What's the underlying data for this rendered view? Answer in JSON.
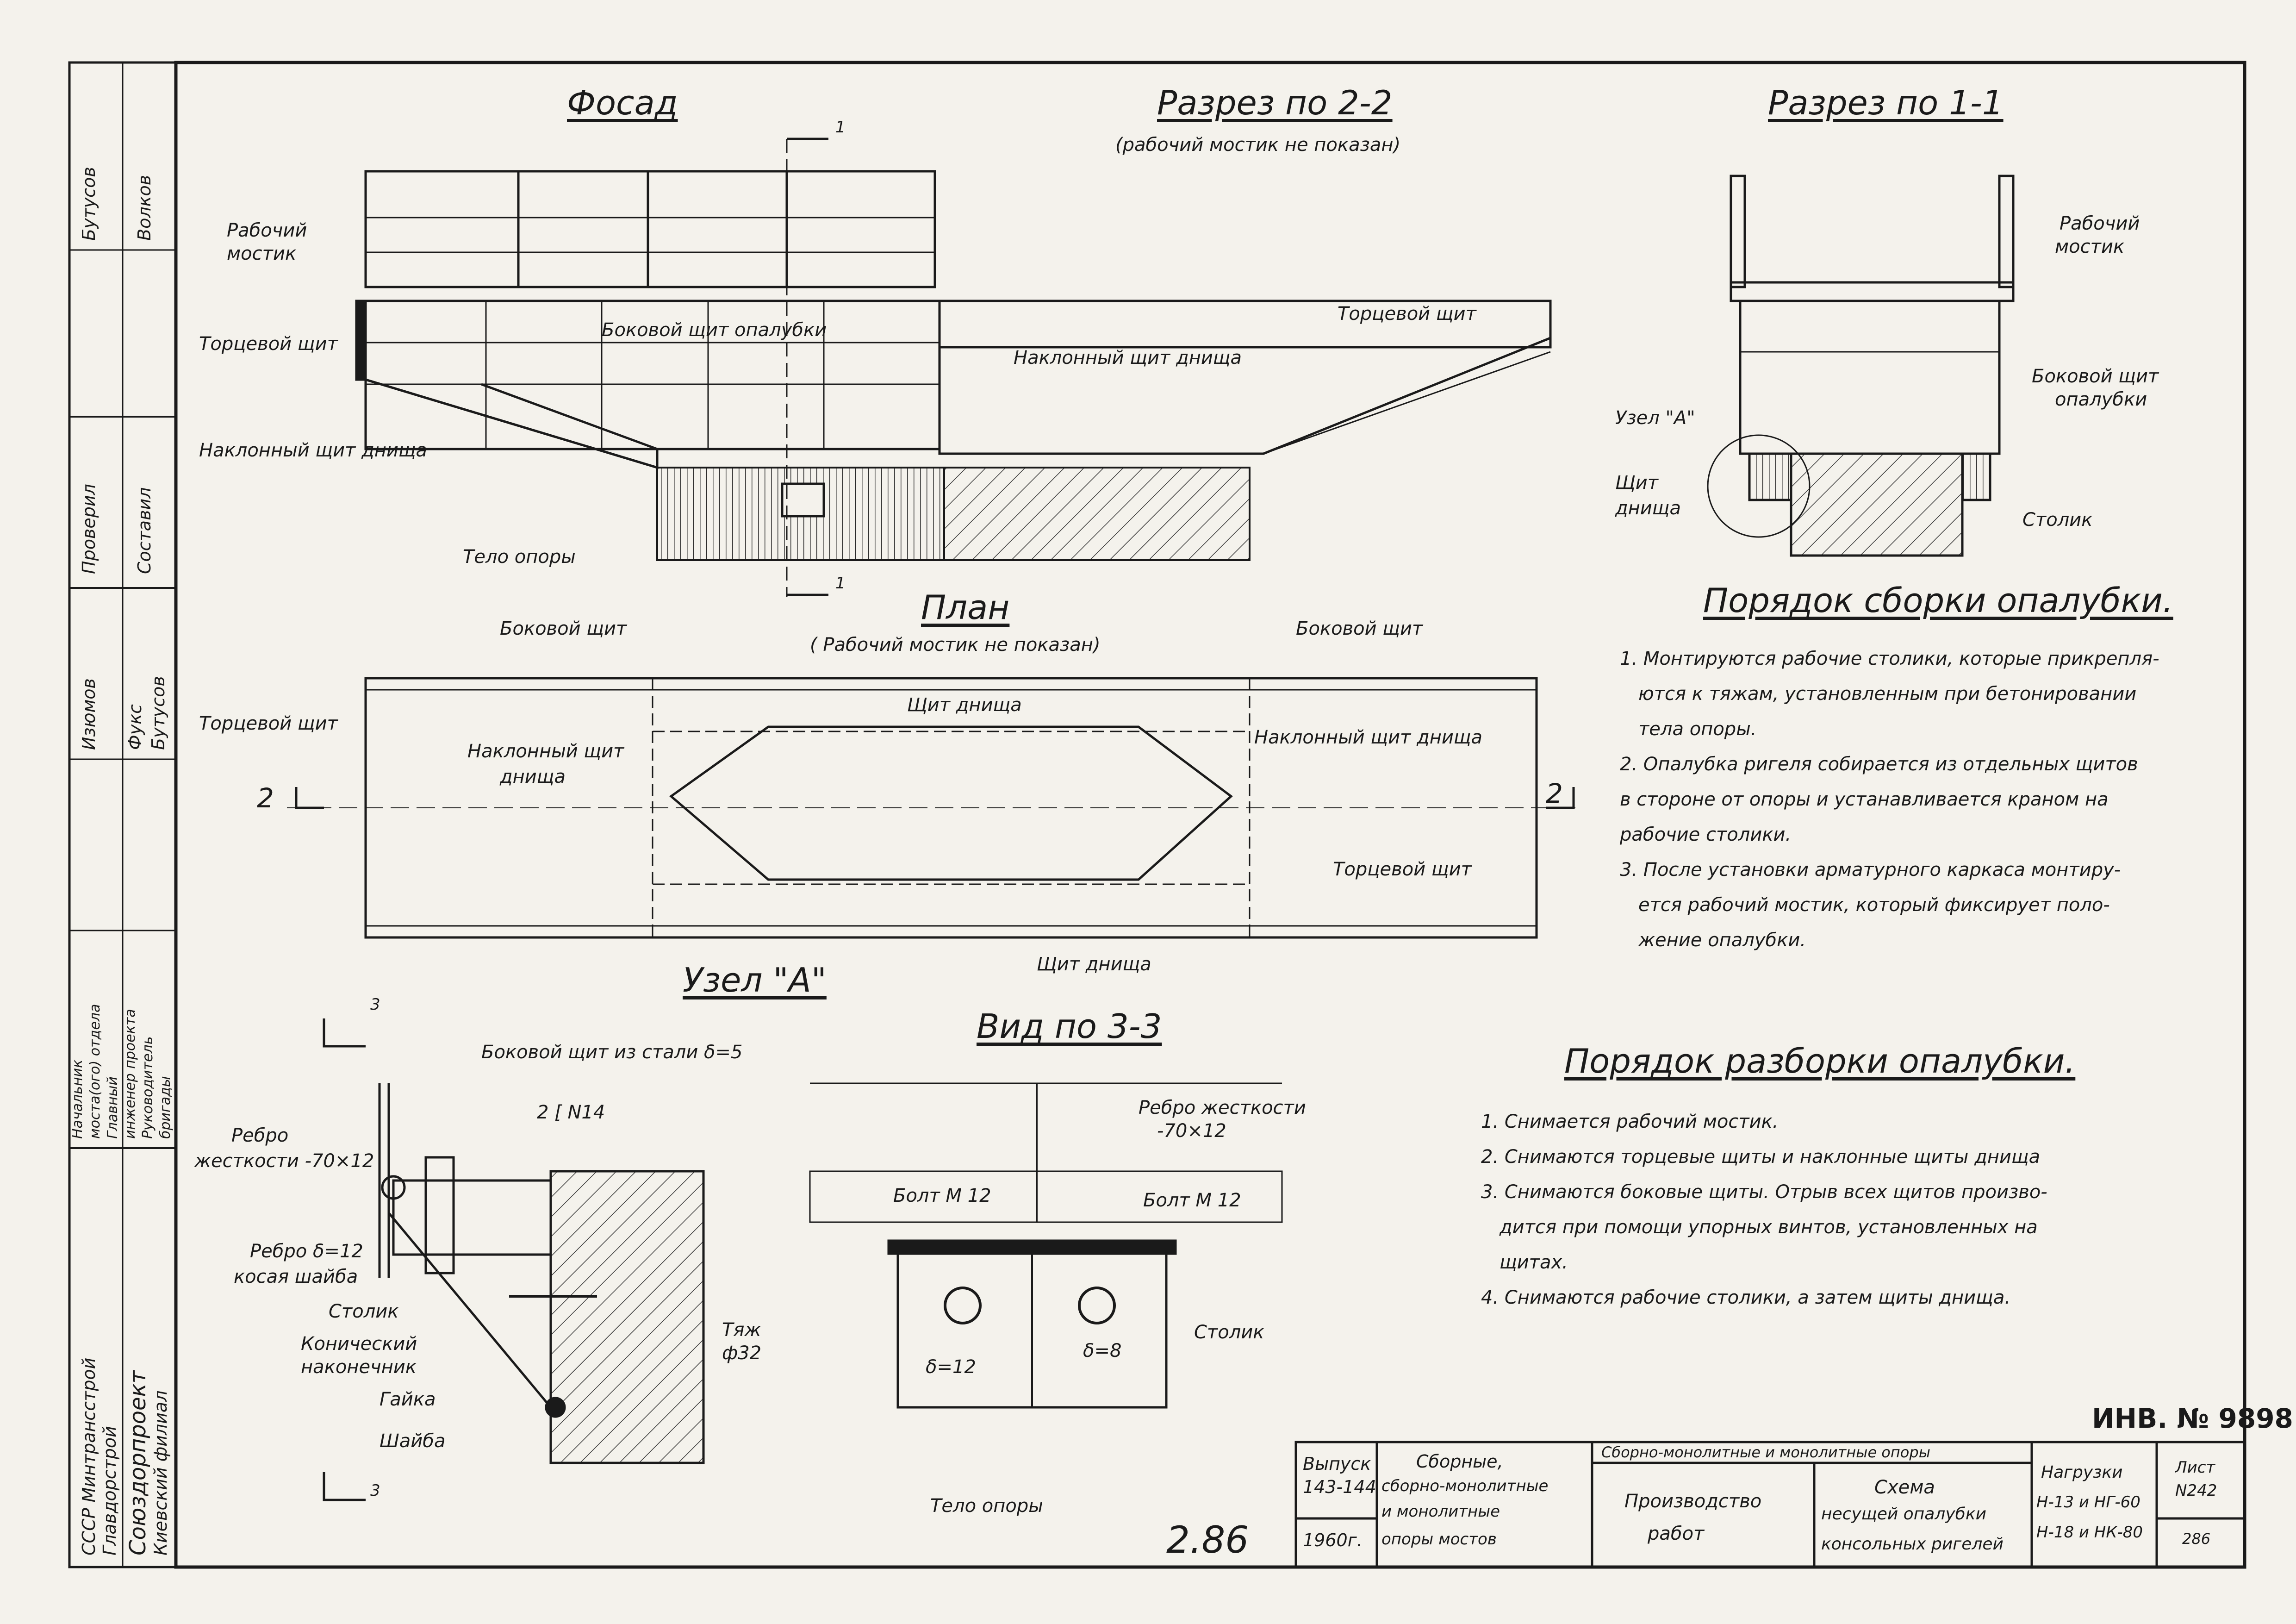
{
  "views": {
    "facade": {
      "title": "Фосад",
      "labels": {
        "work_bridge": [
          "Рабочий",
          "мостик"
        ],
        "end_shield_left": "Торцевой щит",
        "inclined_shield_left": "Наклонный щит днища",
        "pier_body": "Тело опоры",
        "side_shield": "Боковой щит опалубки"
      }
    },
    "section_2_2": {
      "title": "Разрез по 2-2",
      "subtitle": "(рабочий мостик не показан)",
      "labels": {
        "end_shield": "Торцевой щит",
        "inclined_shield": "Наклонный щит днища"
      }
    },
    "section_1_1": {
      "title": "Разрез по 1-1",
      "labels": {
        "work_bridge": [
          "Рабочий",
          "мостик"
        ],
        "side_shield": [
          "Боковой щит",
          "опалубки"
        ],
        "node_a": "Узел \"А\"",
        "shield": [
          "Щит",
          "днища"
        ],
        "stolik": "Столик"
      }
    },
    "plan": {
      "title": "План",
      "subtitle": "( Рабочий мостик не показан)",
      "labels": {
        "side_shield_left": "Боковой щит",
        "side_shield_right": "Боковой щит",
        "end_shield_left": "Торцевой щит",
        "end_shield_right": "Торцевой щит",
        "inclined_left": [
          "Наклонный щит",
          "днища"
        ],
        "inclined_right": "Наклонный щит днища",
        "bottom_top": "Щит днища",
        "bottom_bottom": "Щит днища"
      },
      "marks": {
        "cut_left": "2",
        "cut_right": "2",
        "cut1_top": "1",
        "cut1_bottom": "1",
        "cut3_top": "3",
        "cut3_bottom": "3"
      }
    },
    "node_a": {
      "title": "Узел \"А\"",
      "labels": {
        "side_steel": "Боковой щит из стали δ=5",
        "channel": "2 [ N14",
        "rib": [
          "Ребро",
          "жесткости -70×12"
        ],
        "rib2": [
          "Ребро δ=12",
          "косая шайба"
        ],
        "stolik": "Столик",
        "cone": [
          "Конический",
          "наконечник"
        ],
        "nut": "Гайка",
        "washer": "Шайба",
        "tie": [
          "Тяж",
          "ф32"
        ],
        "pier_body": "Тело опоры"
      }
    },
    "view_3_3": {
      "title": "Вид по 3-3",
      "labels": {
        "rib": [
          "Ребро жесткости",
          "-70×12"
        ],
        "bolt_left": "Болт М 12",
        "bolt_right": "Болт М 12",
        "d12": "δ=12",
        "d8": "δ=8",
        "stolik": "Столик"
      }
    }
  },
  "assembly": {
    "title": "Порядок сборки опалубки.",
    "lines": [
      "1. Монтируются рабочие столики, которые прикрепля-",
      "ются к тяжам, установленным при бетонировании",
      "тела опоры.",
      "2. Опалубка ригеля собирается из отдельных щитов",
      "в стороне от опоры и устанавливается краном на",
      "рабочие столики.",
      "3. После установки арматурного каркаса монтиру-",
      "ется рабочий мостик, который фиксирует поло-",
      "жение опалубки."
    ]
  },
  "disassembly": {
    "title": "Порядок разборки опалубки.",
    "lines": [
      "1. Снимается рабочий мостик.",
      "2. Снимаются торцевые щиты и наклонные щиты днища",
      "3. Снимаются боковые щиты. Отрыв всех щитов произво-",
      "дится при помощи упорных винтов, установленных на",
      "щитах.",
      "4. Снимаются рабочие столики, а затем щиты днища."
    ]
  },
  "left_strip": {
    "org": [
      "СССР Минтрансстрой",
      "Главдорстрой",
      "Союздорпроект",
      "Киевский филиал"
    ],
    "roles": [
      "Начальник",
      "моста(ого) отдела",
      "Главный",
      "инженер проекта",
      "Руководитель",
      "бригады"
    ],
    "people": [
      "Изюмов",
      "Фукс",
      "Бутусов"
    ],
    "top": [
      "Проверил",
      "Составил",
      "Бутусов",
      "Волков"
    ]
  },
  "title_block": {
    "inv": "ИНВ. № 9898",
    "issue_label": "Выпуск",
    "issue_value": "143-144",
    "year": "1960г.",
    "series": [
      "Сборные,",
      "сборно-монолитные",
      "и монолитные",
      "опоры мостов"
    ],
    "header": "Сборно-монолитные и монолитные опоры",
    "section": [
      "Производство",
      "работ"
    ],
    "drawing": [
      "Схема",
      "несущей опалубки",
      "консольных ригелей"
    ],
    "loads_label": "Нагрузки",
    "loads": [
      "Н-13 и НГ-60",
      "Н-18 и НК-80"
    ],
    "sheet_label": "Лист",
    "sheet_no": "N242",
    "sheet_sub": "286",
    "page_mark": "2.86"
  },
  "colors": {
    "ink": "#1a1a1a",
    "paper": "#f4f2ec",
    "hatch": "#3a3a3a"
  }
}
